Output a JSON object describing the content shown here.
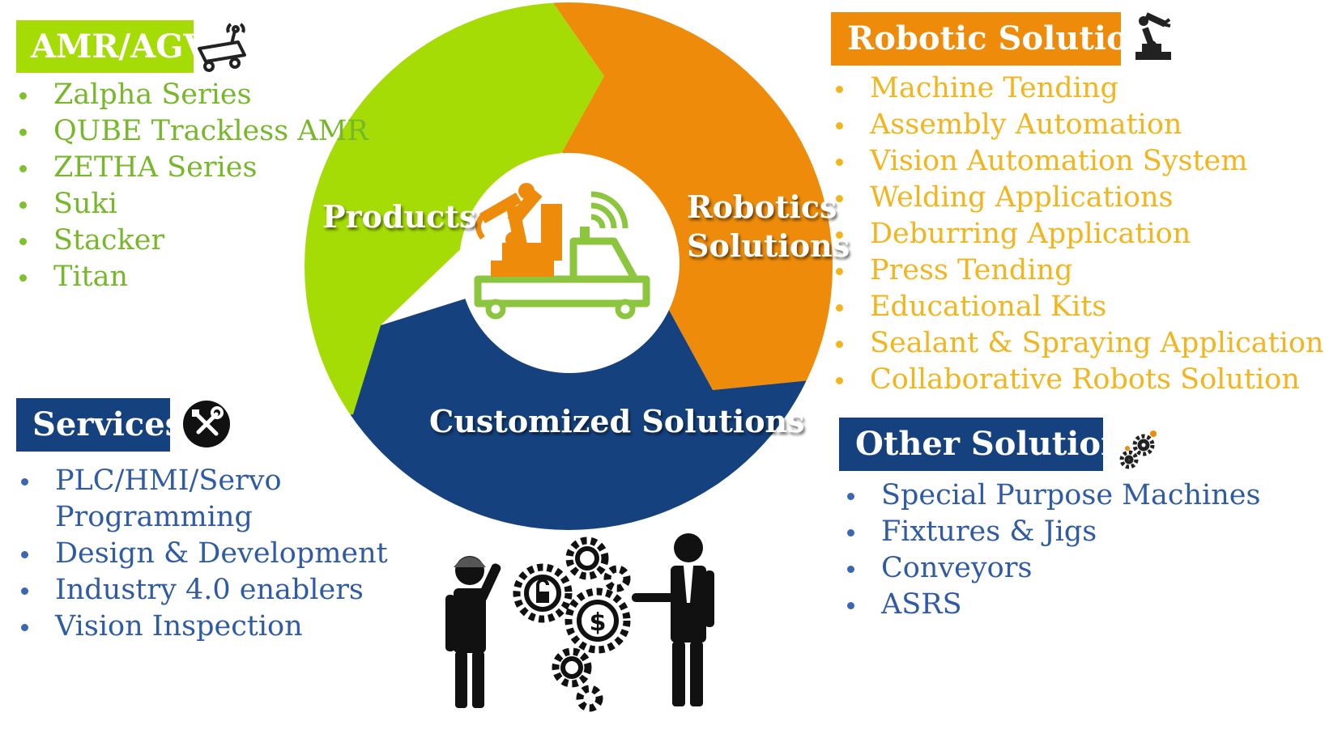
{
  "colors": {
    "green": "#a5dc05",
    "orange": "#ee8b0a",
    "blue": "#15427f",
    "green_text": "#76b82a",
    "orange_text": "#f2b51d",
    "blue_text": "#2f5ba6"
  },
  "amr": {
    "title": "AMR/AGV",
    "icon": "robot-cart-icon",
    "items": [
      "Zalpha Series",
      "QUBE Trackless AMR",
      "ZETHA Series",
      "Suki",
      "Stacker",
      "Titan"
    ]
  },
  "robotic": {
    "title": "Robotic Solutions",
    "icon": "robot-arm-icon",
    "items": [
      "Machine Tending",
      "Assembly Automation",
      "Vision Automation System",
      "Welding Applications",
      "Deburring Application",
      "Press Tending",
      "Educational Kits",
      "Sealant & Spraying Application",
      "Collaborative Robots Solution"
    ]
  },
  "services": {
    "title": "Services",
    "icon": "tools-icon",
    "items": [
      "PLC/HMI/Servo Programming",
      "Design & Development",
      "Industry 4.0 enablers",
      "Vision Inspection"
    ]
  },
  "other": {
    "title": "Other Solutions",
    "icon": "gears-icon",
    "items": [
      "Special Purpose Machines",
      "Fixtures & Jigs",
      "Conveyors",
      "ASRS"
    ]
  },
  "cycle": {
    "products": "Products",
    "robotics_line1": "Robotics",
    "robotics_line2": "Solutions",
    "customized": "Customized Solutions",
    "center_icon": "robot-arm-truck-icon"
  },
  "illustration": "people-gears-icon"
}
